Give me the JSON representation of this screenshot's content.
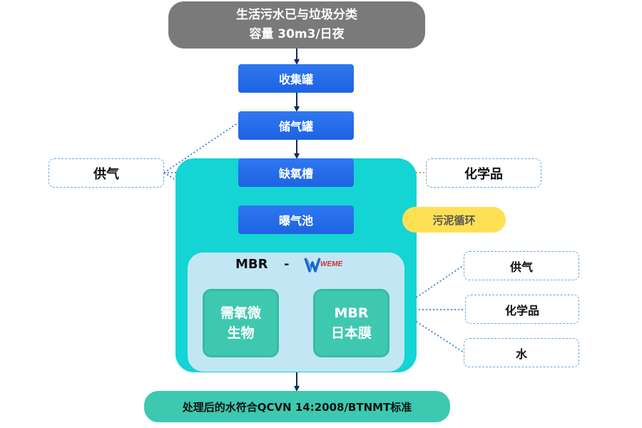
{
  "top": {
    "line1": "生活污水已与垃圾分类",
    "line2": "容量 30m3/日夜"
  },
  "steps": [
    {
      "label": "收集罐"
    },
    {
      "label": "储气罐"
    },
    {
      "label": "缺氧槽"
    },
    {
      "label": "曝气池"
    }
  ],
  "mbr": {
    "title": "MBR",
    "dash": "-",
    "logo_text": "WEME",
    "aerobic": {
      "line1": "需氧微",
      "line2": "生物"
    },
    "membrane": {
      "line1": "MBR",
      "line2": "日本膜"
    }
  },
  "left_supply": "供气",
  "right_chemical": "化学品",
  "sludge": "污泥循环",
  "right_inputs": [
    {
      "label": "供气"
    },
    {
      "label": "化学品"
    },
    {
      "label": "水"
    }
  ],
  "bottom": "处理后的水符合QCVN 14:2008/BTNMT标准",
  "colors": {
    "step_blue": "#1e63e2",
    "teal": "#14d4d4",
    "mbr_panel": "#c2e6f4",
    "green": "#3fc8b0",
    "sludge_yellow": "#ffe055",
    "arrow_navy": "#0f2a66"
  }
}
